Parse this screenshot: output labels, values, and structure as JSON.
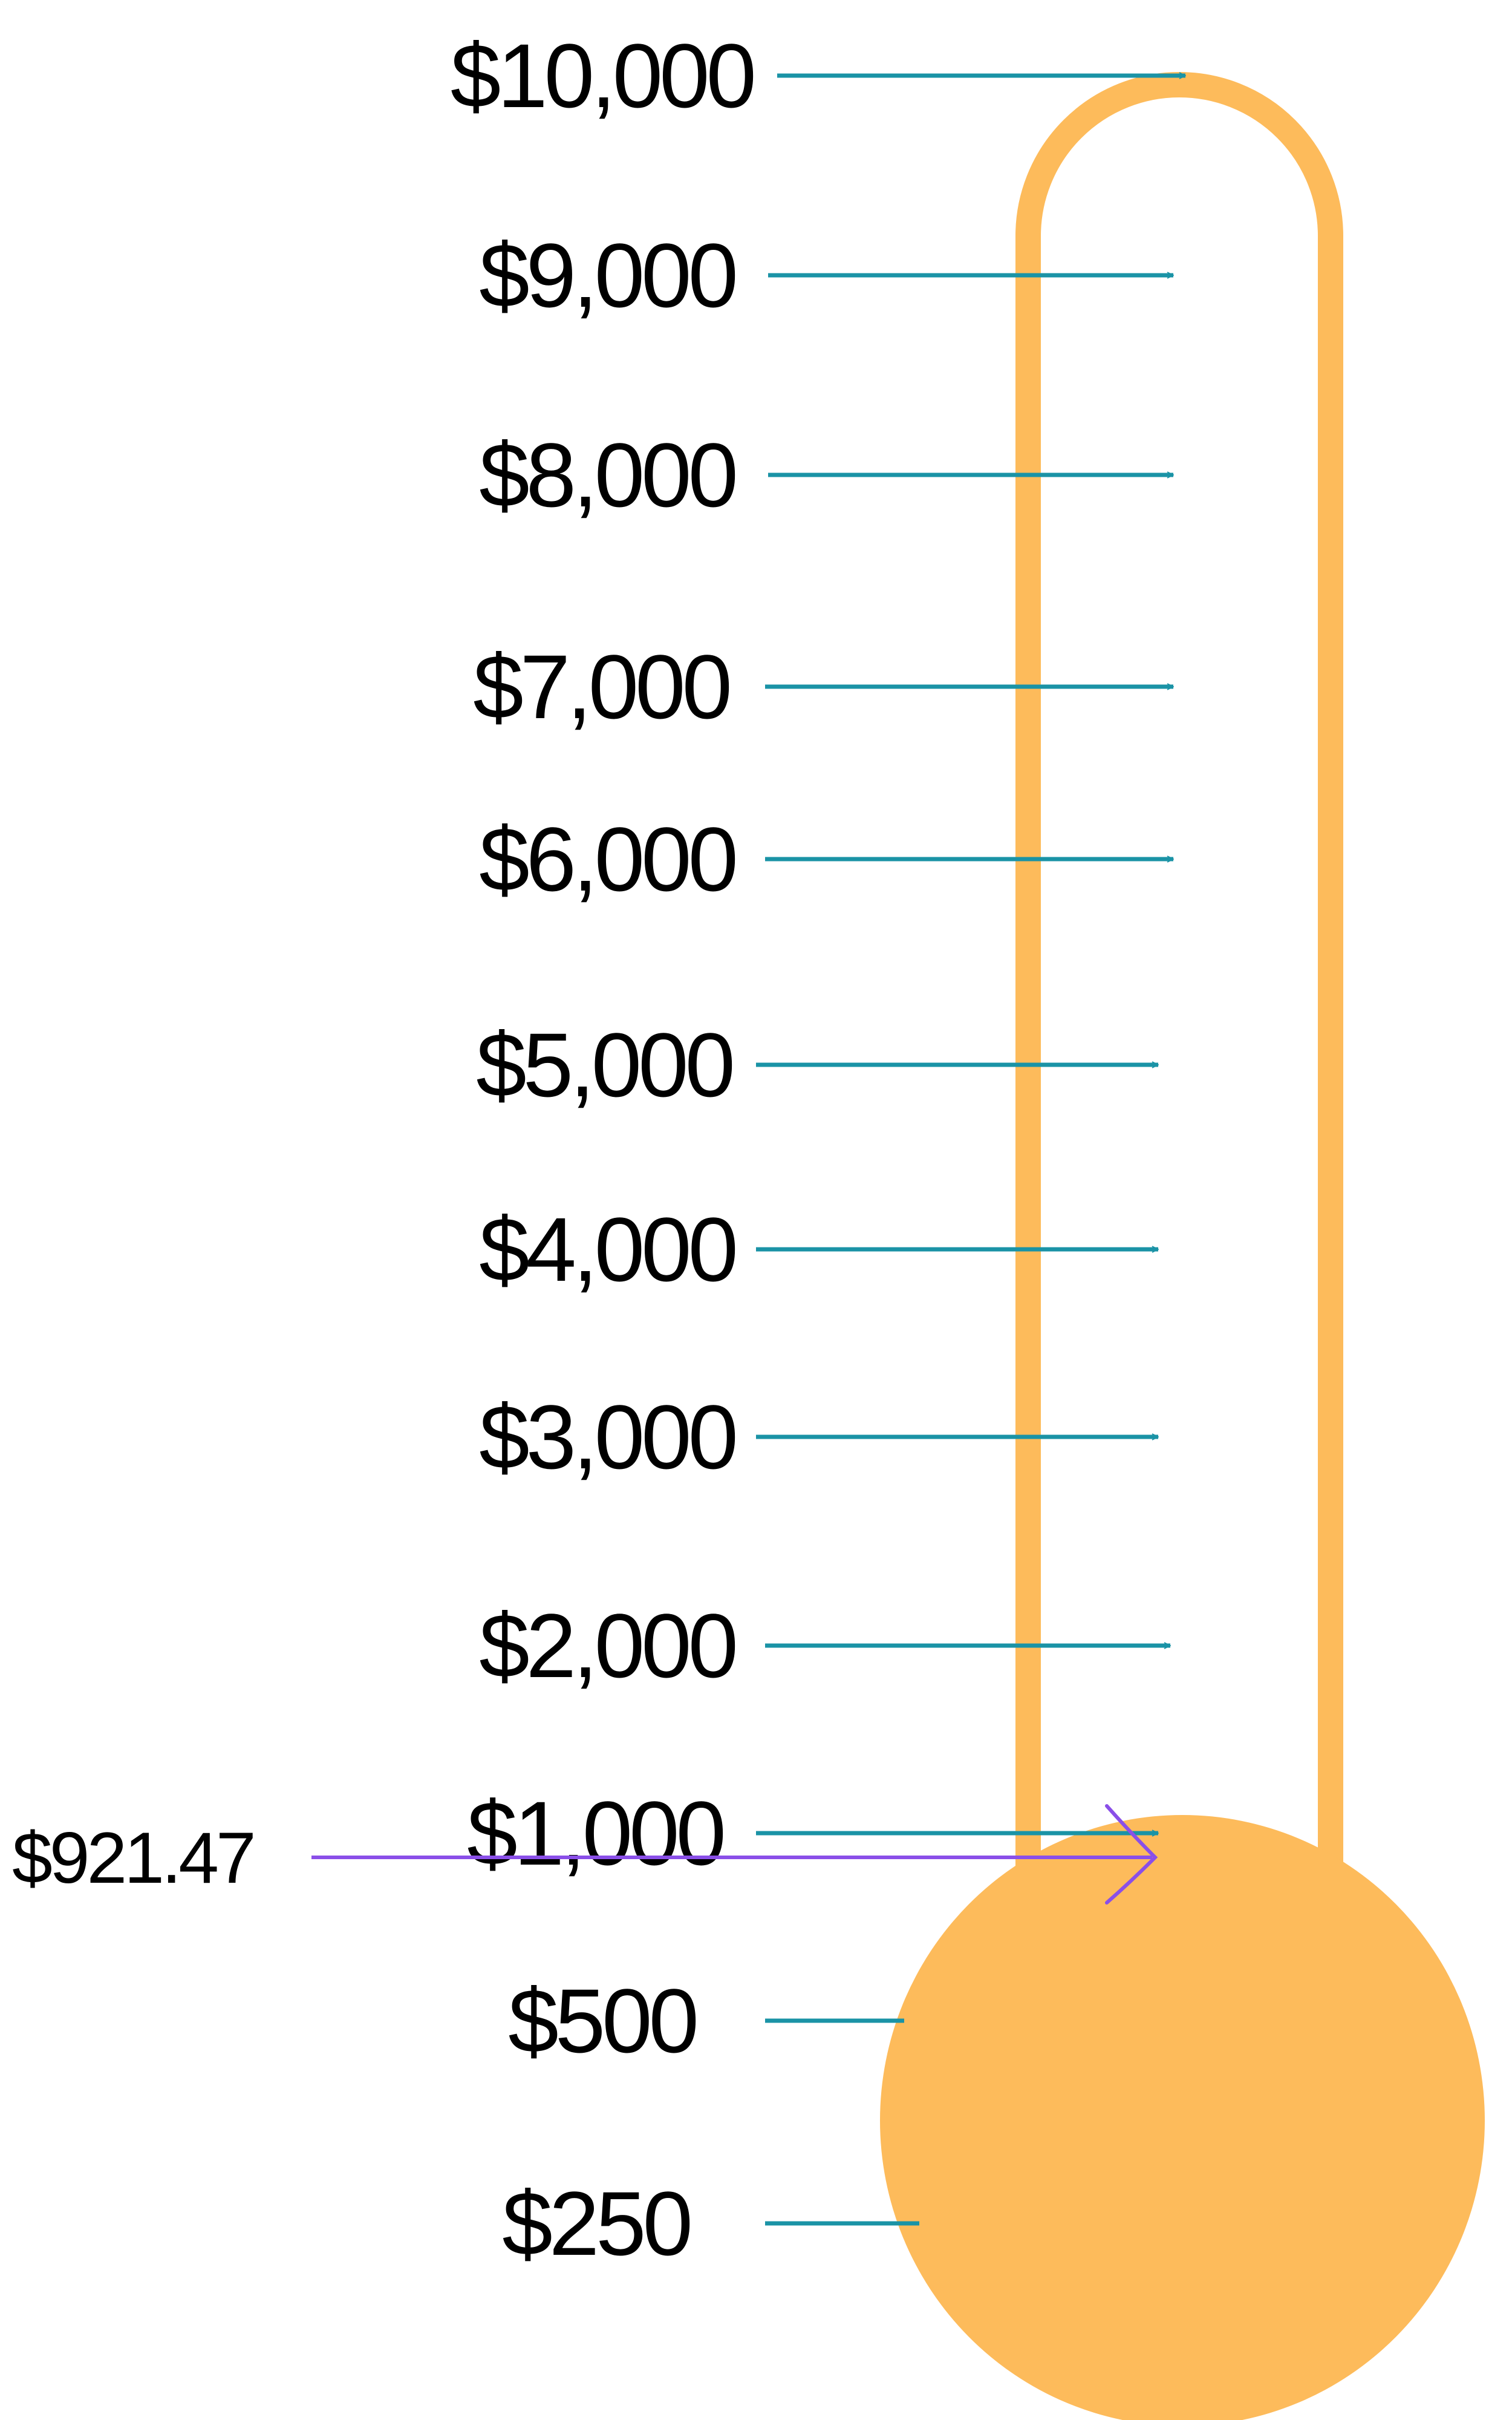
{
  "chart_data": {
    "type": "thermometer",
    "title": "",
    "xlabel": "",
    "ylabel": "",
    "current_value": 921.47,
    "current_label": "$921.47",
    "goal": 10000,
    "ticks": [
      {
        "value": 10000,
        "label": "$10,000"
      },
      {
        "value": 9000,
        "label": "$9,000"
      },
      {
        "value": 8000,
        "label": "$8,000"
      },
      {
        "value": 7000,
        "label": "$7,000"
      },
      {
        "value": 6000,
        "label": "$6,000"
      },
      {
        "value": 5000,
        "label": "$5,000"
      },
      {
        "value": 4000,
        "label": "$4,000"
      },
      {
        "value": 3000,
        "label": "$3,000"
      },
      {
        "value": 2000,
        "label": "$2,000"
      },
      {
        "value": 1000,
        "label": "$1,000"
      },
      {
        "value": 500,
        "label": "$500"
      },
      {
        "value": 250,
        "label": "$250"
      }
    ],
    "grid": false,
    "legend": "none"
  },
  "colors": {
    "thermometer": "#FDBB5B",
    "tick_arrow": "#1A93A6",
    "current_marker": "#8A4FE8",
    "text": "#000000",
    "background": "#FFFFFF"
  }
}
